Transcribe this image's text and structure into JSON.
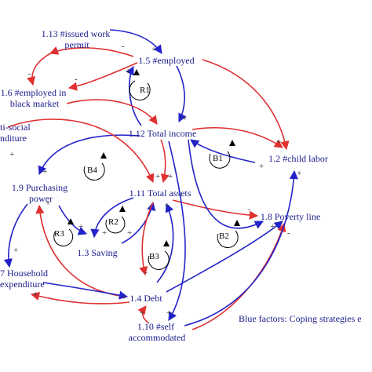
{
  "nodes": {
    "n113": [
      "1.13 #issued work",
      "permit"
    ],
    "n15": [
      "1.5 #employed"
    ],
    "n16": [
      "1.6 #employed in",
      "black market"
    ],
    "n17a": [
      "ti-social",
      "nditure"
    ],
    "n112": [
      "1.12 Total income"
    ],
    "n12": [
      "1.2 #child labor"
    ],
    "n19": [
      "1.9 Purchasing",
      "power"
    ],
    "n111": [
      "1.11 Total assets"
    ],
    "n18": [
      "1.8 Poverty line"
    ],
    "n13": [
      "1.3 Saving"
    ],
    "n17": [
      "7 Household",
      "expenditure"
    ],
    "n14": [
      "1.4 Debt"
    ],
    "n110": [
      "1.10 #self",
      "accommodated"
    ]
  },
  "loops": [
    "R1",
    "B1",
    "B4",
    "R2",
    "R3",
    "B3",
    "B2"
  ],
  "legend": "Blue factors: Coping strategies e",
  "colors": {
    "blue": "#2323c8",
    "red": "#e03030",
    "text": "#1a1a8c"
  }
}
